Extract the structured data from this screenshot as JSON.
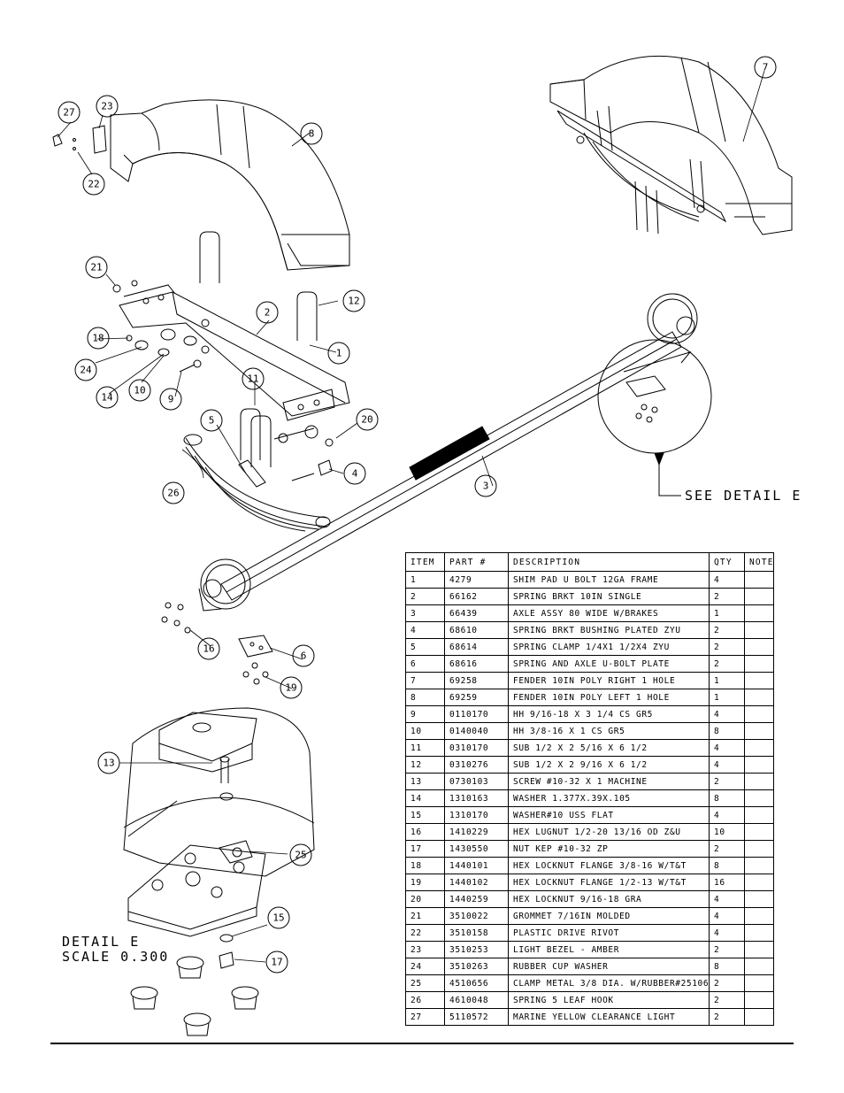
{
  "callouts": [
    "1",
    "2",
    "3",
    "4",
    "5",
    "6",
    "7",
    "8",
    "9",
    "10",
    "11",
    "12",
    "13",
    "14",
    "15",
    "16",
    "17",
    "18",
    "19",
    "20",
    "21",
    "22",
    "23",
    "24",
    "25",
    "26",
    "27"
  ],
  "see_detail_label": "SEE DETAIL E",
  "detail_title": "DETAIL E",
  "detail_scale": "SCALE 0.300",
  "bom": {
    "headers": [
      "ITEM",
      "PART #",
      "DESCRIPTION",
      "QTY",
      "NOTE"
    ],
    "rows": [
      [
        "1",
        "4279",
        "SHIM PAD U BOLT 12GA FRAME",
        "4",
        ""
      ],
      [
        "2",
        "66162",
        "SPRING BRKT 10IN SINGLE",
        "2",
        ""
      ],
      [
        "3",
        "66439",
        "AXLE ASSY 80 WIDE W/BRAKES",
        "1",
        ""
      ],
      [
        "4",
        "68610",
        "SPRING BRKT BUSHING PLATED ZYU",
        "2",
        ""
      ],
      [
        "5",
        "68614",
        "SPRING CLAMP 1/4X1 1/2X4 ZYU",
        "2",
        ""
      ],
      [
        "6",
        "68616",
        "SPRING AND AXLE U-BOLT PLATE",
        "2",
        ""
      ],
      [
        "7",
        "69258",
        "FENDER 10IN POLY RIGHT 1 HOLE",
        "1",
        ""
      ],
      [
        "8",
        "69259",
        "FENDER 10IN POLY LEFT 1 HOLE",
        "1",
        ""
      ],
      [
        "9",
        "0110170",
        "HH 9/16-18 X 3 1/4 CS GR5",
        "4",
        ""
      ],
      [
        "10",
        "0140040",
        "HH 3/8-16 X 1 CS GR5",
        "8",
        ""
      ],
      [
        "11",
        "0310170",
        "SUB 1/2 X 2 5/16 X 6 1/2",
        "4",
        ""
      ],
      [
        "12",
        "0310276",
        "SUB 1/2 X 2 9/16 X 6 1/2",
        "4",
        ""
      ],
      [
        "13",
        "0730103",
        "SCREW #10-32 X 1 MACHINE",
        "2",
        ""
      ],
      [
        "14",
        "1310163",
        "WASHER 1.377X.39X.105",
        "8",
        ""
      ],
      [
        "15",
        "1310170",
        "WASHER#10 USS FLAT",
        "4",
        ""
      ],
      [
        "16",
        "1410229",
        "HEX LUGNUT 1/2-20 13/16 OD Z&U",
        "10",
        ""
      ],
      [
        "17",
        "1430550",
        "NUT KEP #10-32 ZP",
        "2",
        ""
      ],
      [
        "18",
        "1440101",
        "HEX LOCKNUT FLANGE 3/8-16 W/T&T",
        "8",
        ""
      ],
      [
        "19",
        "1440102",
        "HEX LOCKNUT FLANGE 1/2-13 W/T&T",
        "16",
        ""
      ],
      [
        "20",
        "1440259",
        "HEX LOCKNUT 9/16-18 GRA",
        "4",
        ""
      ],
      [
        "21",
        "3510022",
        "GROMMET 7/16IN MOLDED",
        "4",
        ""
      ],
      [
        "22",
        "3510158",
        "PLASTIC DRIVE RIVOT",
        "4",
        ""
      ],
      [
        "23",
        "3510253",
        "LIGHT BEZEL - AMBER",
        "2",
        ""
      ],
      [
        "24",
        "3510263",
        "RUBBER CUP WASHER",
        "8",
        ""
      ],
      [
        "25",
        "4510656",
        "CLAMP METAL 3/8 DIA. W/RUBBER#25106",
        "2",
        ""
      ],
      [
        "26",
        "4610048",
        "SPRING 5 LEAF HOOK",
        "2",
        ""
      ],
      [
        "27",
        "5110572",
        "MARINE YELLOW CLEARANCE LIGHT",
        "2",
        ""
      ]
    ]
  }
}
